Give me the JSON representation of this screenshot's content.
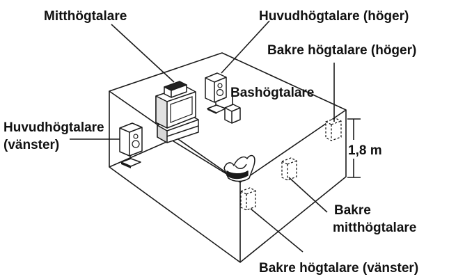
{
  "labels": {
    "center": "Mitthögtalare",
    "front_right": "Huvudhögtalare (höger)",
    "rear_right": "Bakre högtalare (höger)",
    "subwoofer": "Bashögtalare",
    "front_left_line1": "Huvudhögtalare",
    "front_left_line2": "(vänster)",
    "height": "1,8 m",
    "rear_center_line1": "Bakre",
    "rear_center_line2": "mitthögtalare",
    "rear_left": "Bakre högtalare (vänster)"
  }
}
